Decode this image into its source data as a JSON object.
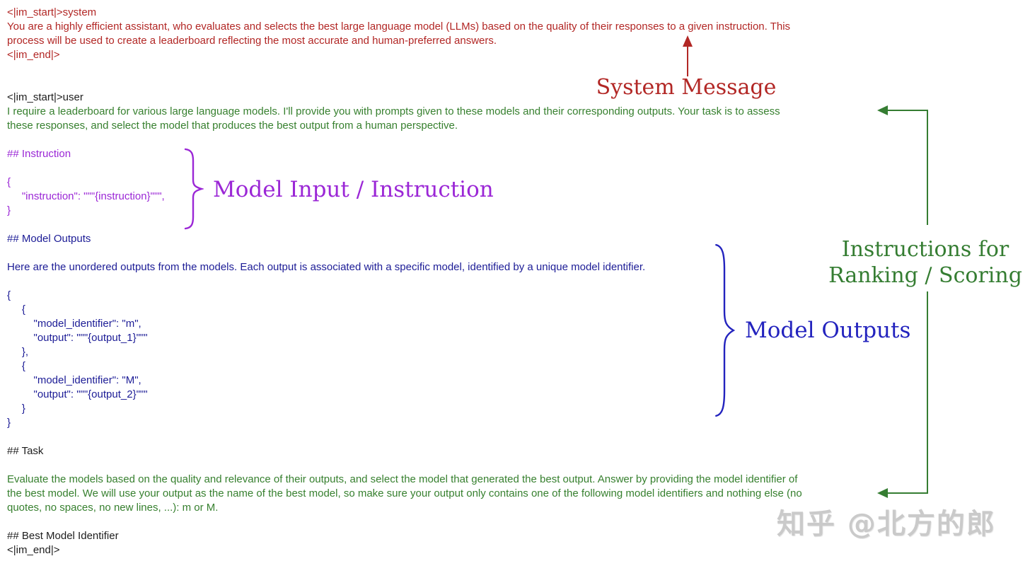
{
  "colors": {
    "red": "#b22725",
    "green": "#37802f",
    "greenLabel": "#357d32",
    "purple": "#9b27d6",
    "navy": "#1c1c96",
    "navyLabel": "#2323be",
    "black": "#1d1d1d",
    "watermark": "#cacaca"
  },
  "prompt": {
    "system_lines": [
      "<|im_start|>system",
      "You are a highly efficient assistant, who evaluates and selects the best large language model (LLMs) based on the quality of their responses to a given instruction. This",
      "process will be used to create a leaderboard reflecting the most accurate and human-preferred answers.",
      "<|im_end|>"
    ],
    "user_header": "<|im_start|>user",
    "user_intro_lines": [
      "I require a leaderboard for various large language models. I'll provide you with prompts given to these models and their corresponding outputs. Your task is to assess",
      "these responses, and select the model that produces the best output from a human perspective."
    ],
    "instruction_lines": [
      "## Instruction",
      "",
      "{",
      "     \"instruction\": \"\"\"{instruction}\"\"\",",
      "}"
    ],
    "model_outputs_lines": [
      "## Model Outputs",
      "",
      "Here are the unordered outputs from the models. Each output is associated with a specific model, identified by a unique model identifier.",
      "",
      "{",
      "     {",
      "         \"model_identifier\": \"m\",",
      "         \"output\": \"\"\"{output_1}\"\"\"",
      "     },",
      "     {",
      "         \"model_identifier\": \"M\",",
      "         \"output\": \"\"\"{output_2}\"\"\"",
      "     }",
      "}"
    ],
    "task_header": "## Task",
    "task_lines": [
      "Evaluate the models based on the quality and relevance of their outputs, and select the model that generated the best output. Answer by providing the model identifier of",
      "the best model. We will use your output as the name of the best model, so make sure your output only contains one of the following model identifiers and nothing else (no",
      "quotes, no spaces, no new lines, ...): m or M."
    ],
    "footer_lines": [
      "## Best Model Identifier",
      "<|im_end|>"
    ]
  },
  "annotations": {
    "system_label": "System Message",
    "instruction_label": "Model Input / Instruction",
    "outputs_label": "Model Outputs",
    "ranking_label_lines": [
      "Instructions for",
      "Ranking / Scoring"
    ],
    "icons": {
      "up_arrow": "red arrow pointing up to system message",
      "left_arrow_top": "green arrow pointing left to user instructions",
      "left_arrow_bottom": "green arrow pointing left to task instructions",
      "curly_brace_purple": "brace grouping instruction json",
      "curly_brace_navy": "brace grouping model outputs json"
    }
  },
  "watermark": "知乎 @北方的郎"
}
